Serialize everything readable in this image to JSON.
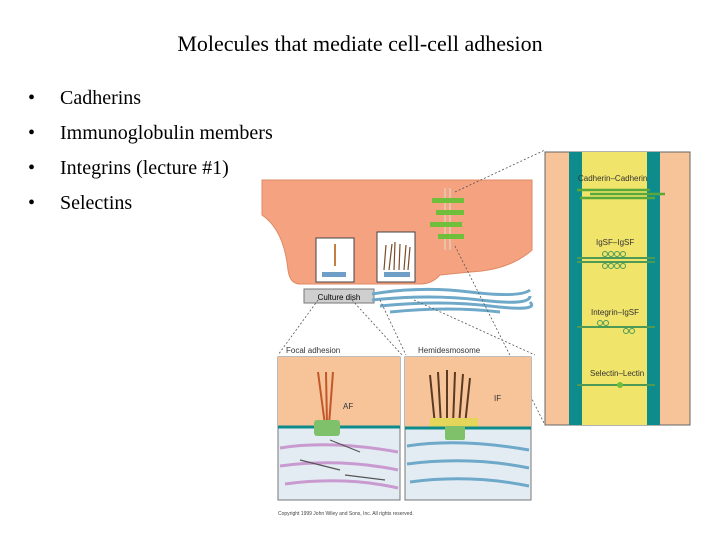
{
  "slide": {
    "title": "Molecules that mediate cell-cell adhesion",
    "bullets": [
      {
        "marker": "•",
        "text": "Cadherins"
      },
      {
        "marker": "•",
        "text": "Immunoglobulin members"
      },
      {
        "marker": "•",
        "text": "Integrins (lecture #1)"
      },
      {
        "marker": "•",
        "text": "Selectins"
      }
    ]
  },
  "figure": {
    "labels": {
      "culture_dish": "Culture dish",
      "focal_adhesion": "Focal adhesion",
      "hemidesmosome": "Hemidesmosome",
      "af": "AF",
      "if": "IF",
      "cadherin": "Cadherin–Cadherin",
      "igsf": "Ig­SF–Ig­SF",
      "integrin": "Integrin–Ig­SF",
      "selectin": "Selectin–Lectin",
      "copyright": "Copyright 1999 John Wiley and Sons, Inc. All rights reserved."
    },
    "colors": {
      "cell": "#f4a27f",
      "matrix_blue": "#6fa9c9",
      "matrix_pink": "#d7b3d6",
      "panel_bg": "#f7c49a",
      "membrane_teal": "#0e8c8c",
      "panel_yellow": "#f1e46a",
      "green": "#6fbf3a"
    }
  }
}
